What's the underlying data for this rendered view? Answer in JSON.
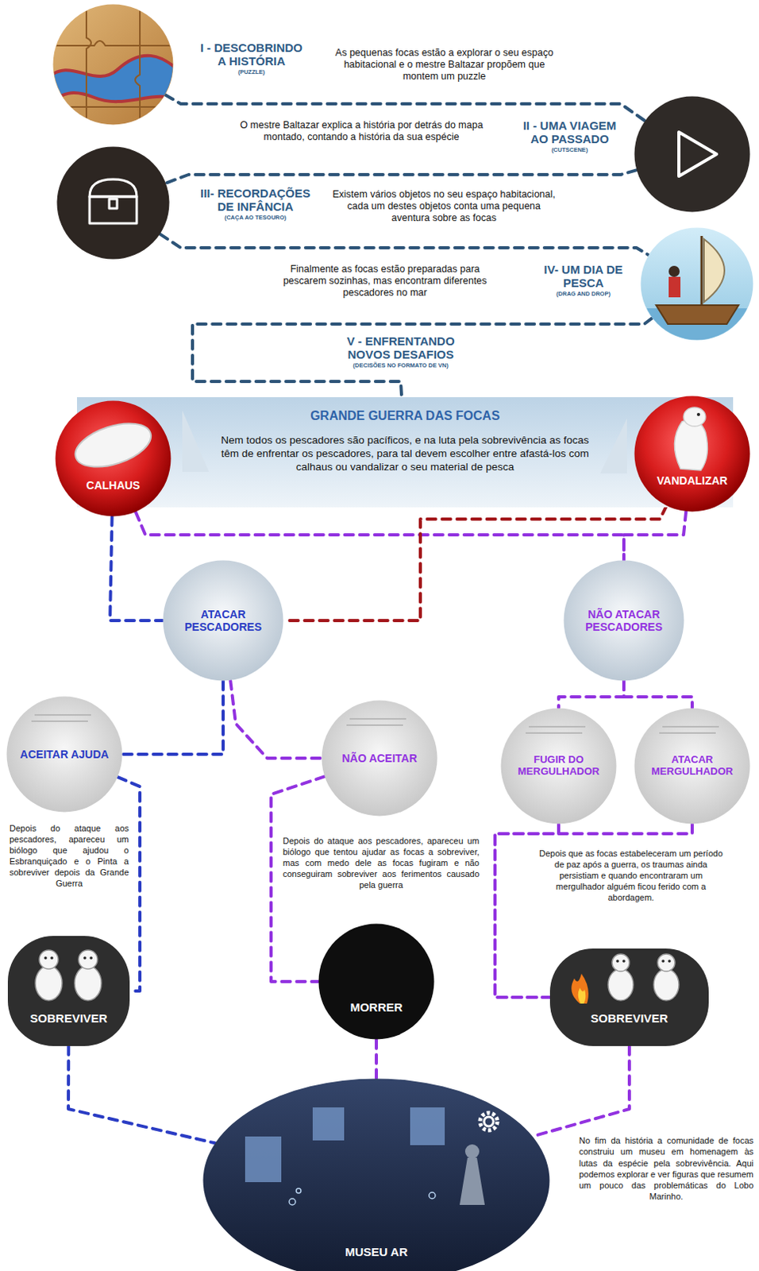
{
  "diagram": {
    "nodes": [
      {
        "text": [
          "I - DESCOBRINDO A HISTÓRIA",
          "(PUZZLE)"
        ]
      },
      {
        "text": [
          "II - UMA VIAGEM AO PASSADO",
          "(CUTSCENE)"
        ]
      },
      {
        "text": [
          "III- RECORDAÇÕES DE INFÂNCIA",
          "(CAÇA AO TESOURO)"
        ]
      },
      {
        "text": [
          "IV- UM DIA DE PESCA",
          "(DRAG AND DROP)"
        ]
      },
      {
        "text": [
          "GRANDE GUERRA DAS FOCAS",
          "Nem todos os pescadores são pacíficos, e na luta pela sobrevivência as focas têm de enfrentar os pescadores, para tal devem escolher entre afastá-los com calhaus ou vandalizar o seu material de pesca"
        ]
      },
      {
        "text": [
          "CALHAUS"
        ]
      },
      {
        "text": [
          "VANDALIZAR"
        ]
      },
      {
        "text": [
          "ATACAR PESCADORES"
        ]
      },
      {
        "text": [
          "NÃO ATACAR PESCADORES"
        ]
      },
      {
        "text": [
          "ACEITAR AJUDA"
        ]
      },
      {
        "text": [
          "NÃO ACEITAR"
        ]
      },
      {
        "text": [
          "FUGIR DO MERGULHADOR"
        ]
      },
      {
        "text": [
          "ATACAR MERGULHADOR"
        ]
      },
      {
        "text": [
          "SOBREVIVER"
        ]
      },
      {
        "text": [
          "MORRER"
        ]
      },
      {
        "text": [
          "SOBREVIVER"
        ]
      },
      {
        "text": [
          "MUSEU AR"
        ]
      }
    ],
    "edges": [
      {
        "from": 0,
        "to": 1,
        "arrow": "none"
      },
      {
        "from": 1,
        "to": 2,
        "arrow": "none"
      },
      {
        "from": 2,
        "to": 3,
        "arrow": "none"
      },
      {
        "from": 3,
        "to": 4,
        "arrow": "none"
      },
      {
        "from": 5,
        "to": 7,
        "arrow": "none"
      },
      {
        "from": 5,
        "to": 8,
        "arrow": "none"
      },
      {
        "from": 6,
        "to": 7,
        "arrow": "none"
      },
      {
        "from": 6,
        "to": 8,
        "arrow": "none"
      },
      {
        "from": 7,
        "to": 9,
        "arrow": "none"
      },
      {
        "from": 7,
        "to": 10,
        "arrow": "none"
      },
      {
        "from": 8,
        "to": 11,
        "arrow": "none"
      },
      {
        "from": 8,
        "to": 12,
        "arrow": "none"
      },
      {
        "from": 9,
        "to": 13,
        "arrow": "none"
      },
      {
        "from": 10,
        "to": 14,
        "arrow": "none"
      },
      {
        "from": 11,
        "to": 15,
        "arrow": "none"
      },
      {
        "from": 12,
        "to": 15,
        "arrow": "none"
      },
      {
        "from": 13,
        "to": 16,
        "arrow": "none"
      },
      {
        "from": 14,
        "to": 16,
        "arrow": "none"
      },
      {
        "from": 15,
        "to": 16,
        "arrow": "none"
      }
    ],
    "labels": [
      "As pequenas focas estão a explorar o seu espaço habitacional e o mestre Baltazar propõem que montem um puzzle",
      "O mestre Baltazar explica a história por detrás do mapa montado, contando a história da sua espécie",
      "Existem vários objetos no seu espaço habitacional, cada um destes objetos conta uma pequena aventura sobre as focas",
      "Finalmente as focas estão preparadas para pescarem sozinhas, mas encontram diferentes pescadores no mar",
      "V - ENFRENTANDO NOVOS DESAFIOS",
      "(DECISÕES NO FORMATO DE VN)",
      "Depois do ataque aos pescadores, apareceu um biólogo que ajudou o Esbranquiçado e o Pinta a sobreviver depois da Grande Guerra",
      "Depois do ataque aos pescadores, apareceu um biólogo que tentou ajudar as focas a sobreviver, mas com medo dele as focas fugiram e não conseguiram sobreviver aos ferimentos causado pela guerra",
      "Depois que as focas estabeleceram um período de paz após a guerra, os traumas ainda persistiam e quando encontraram um mergulhador alguém ficou ferido com a abordagem.",
      "No fim da história a comunidade de focas construiu um museu em homenagem às lutas da espécie pela sobrevivência. Aqui podemos explorar e ver figuras que resumem um pouco das problemáticas do Lobo Marinho."
    ]
  }
}
